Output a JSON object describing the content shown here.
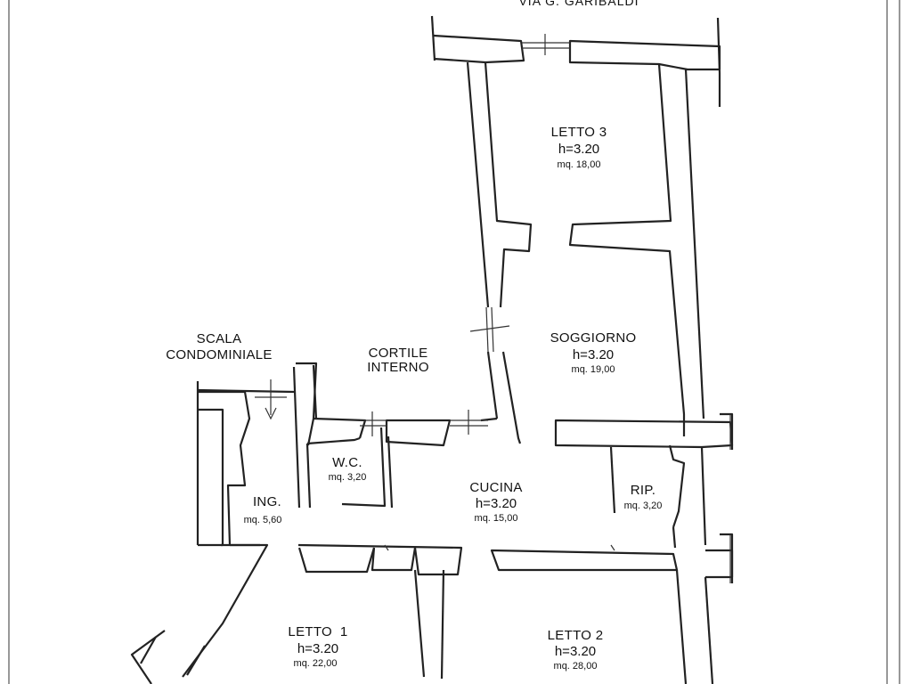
{
  "street": "VIA G. GARIBALDI",
  "rooms": {
    "letto3": {
      "name": "LETTO 3",
      "height": "h=3.20",
      "area": "mq. 18,00"
    },
    "soggiorno": {
      "name": "SOGGIORNO",
      "height": "h=3.20",
      "area": "mq. 19,00"
    },
    "cucina": {
      "name": "CUCINA",
      "height": "h=3.20",
      "area": "mq. 15,00"
    },
    "wc": {
      "name": "W.C.",
      "area": "mq. 3,20"
    },
    "ripostiglio": {
      "name": "RIP.",
      "area": "mq. 3,20"
    },
    "ingresso": {
      "name": "ING.",
      "area": "mq. 5,60"
    },
    "letto1": {
      "name": "LETTO  1",
      "height": "h=3.20",
      "area": "mq. 22,00"
    },
    "letto2": {
      "name": "LETTO 2",
      "height": "h=3.20",
      "area": "mq. 28,00"
    }
  },
  "cortile": {
    "line1": "CORTILE",
    "line2": "INTERNO"
  },
  "scala": {
    "line1": "SCALA",
    "line2": "CONDOMINIALE"
  },
  "icons": {
    "window": "window-icon",
    "door_swing": "door-swing-icon",
    "stair_arrow": "stair-arrow-icon"
  }
}
